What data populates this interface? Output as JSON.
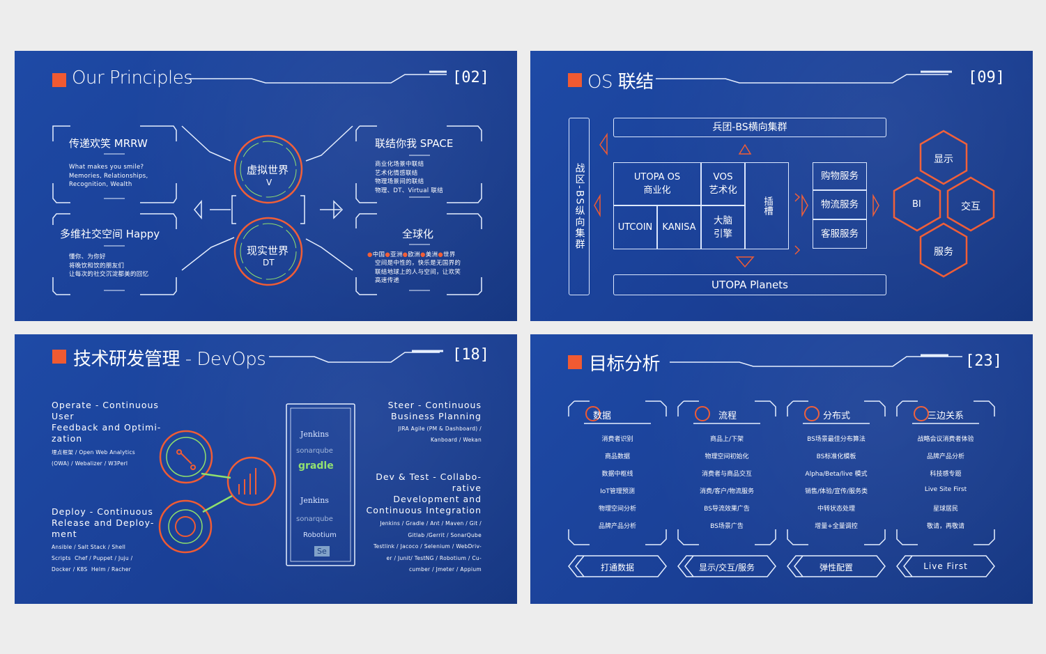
{
  "slide1": {
    "title": "Our Principles",
    "page": "[02]",
    "card1": {
      "title": "传递欢笑 MRRW",
      "body": "What makes you smile?\nMemories, Relationships,\nRecognition, Wealth"
    },
    "card2": {
      "title": "联结你我  SPACE",
      "body": "商业化场景中联结\n艺术化情感联结\n物理场景间的联结\n物理、DT、Virtual 联结"
    },
    "card3": {
      "title": "多维社交空间 Happy",
      "body": "懂你、为你好\n将晚饮和饮的朋友们\n让每次的社交沉淀都美的回忆"
    },
    "card4": {
      "title": "全球化",
      "body_prefix": "中国",
      "body_items": [
        "亚洲",
        "欧洲",
        "美洲",
        "世界"
      ],
      "body_rest": "空间是中性的，快乐是无国界的\n联结地球上的人与空间，让欢笑\n高速传递"
    },
    "circle_top": {
      "line1": "虚拟世界",
      "line2": "V"
    },
    "circle_bottom": {
      "line1": "现实世界",
      "line2": "DT"
    }
  },
  "slide2": {
    "title": "OS 联结",
    "page": "[09]",
    "top_bar": "兵团-BS横向集群",
    "bottom_bar": "UTOPA Planets",
    "left_bar": "战区-BS纵向集群",
    "grid": {
      "utopa_os_line1": "UTOPA OS",
      "utopa_os_line2": "商业化",
      "vos_line1": "VOS",
      "vos_line2": "艺术化",
      "slot": "插槽",
      "utcoin": "UTCOIN",
      "kanisa": "KANISA",
      "brain_line1": "大脑",
      "brain_line2": "引擎"
    },
    "services": [
      "购物服务",
      "物流服务",
      "客服服务"
    ],
    "hexes": [
      "显示",
      "BI",
      "交互",
      "服务"
    ]
  },
  "slide3": {
    "title": "技术研发管理 - DevOps",
    "page": "[18]",
    "operate": {
      "title": "Operate - Continuous\nUser\nFeedback and Optimi-\nzation",
      "body": "埋点框架 / Open Web Analytics\n(OWA) / Webalizer / W3Perl"
    },
    "deploy": {
      "title": "Deploy - Continuous\nRelease and Deploy-\nment",
      "body": "Ansible / Salt Stack / Shell\nScripts  Chef / Puppet / Juju /\nDocker / K8S  Helm / Racher"
    },
    "steer": {
      "title": "Steer - Continuous\nBusiness Planning",
      "body": "JIRA Agile (PM & Dashboard) /\nKanboard / Wekan"
    },
    "devtest": {
      "title": "Dev & Test - Collabo-\nrative\nDevelopment and\nContinuous Integration",
      "body": "Jenkins / Gradle / Ant / Maven / Git /\nGitlab /Gerrit / SonarQube\nTestlink / Jacoco / Selenium / WebDriv-\ner / Junit/ TestNG / Robotium / Cu-\ncumber / Jmeter / Appium"
    },
    "tools": [
      "Jenkins",
      "sonarqube",
      "gradle",
      "Jenkins",
      "sonarqube",
      "Robotium",
      "Se"
    ]
  },
  "slide4": {
    "title": "目标分析",
    "page": "[23]",
    "columns": [
      {
        "head": "数据",
        "items": [
          "消费者识别",
          "商品数据",
          "数据中枢线",
          "IoT管理预测",
          "物理空间分析",
          "品牌产品分析"
        ],
        "footer": "打通数据"
      },
      {
        "head": "流程",
        "items": [
          "商品上/下架",
          "物理空间初始化",
          "消费者与商品交互",
          "消费/客户/物流服务",
          "BS导流效果广告",
          "BS场景广告"
        ],
        "footer": "显示/交互/服务"
      },
      {
        "head": "分布式",
        "items": [
          "BS场景最佳分布算法",
          "BS标准化模板",
          "Alpha/Beta/live 模式",
          "销售/体验/宣传/服务类",
          "中转状态处理",
          "增量+全量调控"
        ],
        "footer": "弹性配置"
      },
      {
        "head": "三边关系",
        "items": [
          "战略会议消费者体验",
          "品牌产品分析",
          "科技感专题",
          "Live Site First",
          "星球居民",
          "敬请，再敬请"
        ],
        "footer": "Live First"
      }
    ]
  },
  "colors": {
    "accent": "#f05a32",
    "line": "#dce8ff",
    "bg": "#1e4aa6",
    "green": "#8ee06a"
  }
}
